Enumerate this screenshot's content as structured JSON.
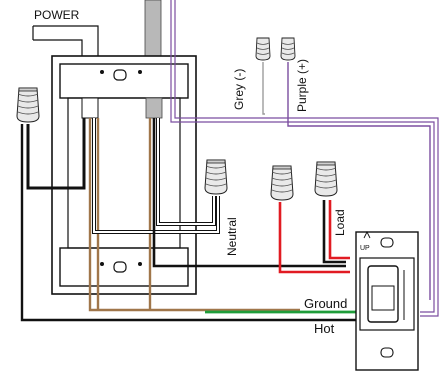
{
  "labels": {
    "power": "POWER",
    "grey": "Grey (-)",
    "purple": "Purple (+)",
    "neutral": "Neutral",
    "load": "Load",
    "ground": "Ground",
    "hot": "Hot",
    "up": "UP"
  },
  "colors": {
    "background": "#ffffff",
    "outline": "#111111",
    "cable_grey": "#b8b8b8",
    "wire_black": "#111111",
    "wire_white": "#ffffff",
    "wire_red": "#e11b22",
    "wire_green": "#1f9c3a",
    "wire_bare": "#a0764a",
    "wire_grey": "#9c9c9c",
    "wire_purple": "#7b4ea0",
    "wirenut": "#e9e9e9"
  },
  "icons": [
    "wire-nut-icon",
    "dimmer-switch-icon",
    "wall-box-icon",
    "up-arrow-icon"
  ]
}
